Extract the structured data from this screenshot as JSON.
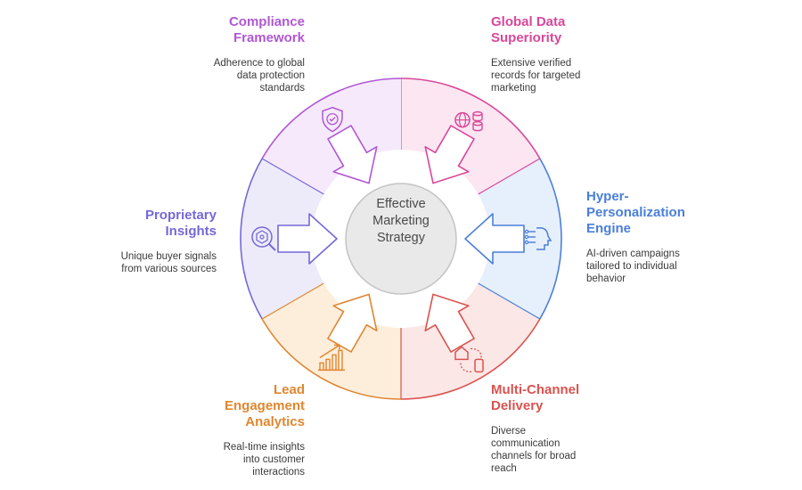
{
  "center": {
    "line1": "Effective",
    "line2": "Marketing",
    "line3": "Strategy"
  },
  "segments": [
    {
      "title_lines": [
        "Global Data",
        "Superiority"
      ],
      "description_lines": [
        "Extensive verified",
        "records for targeted",
        "marketing"
      ],
      "color": "#D9479A",
      "fill": "#FBE6F1",
      "icon": "globe-database-icon"
    },
    {
      "title_lines": [
        "Hyper-",
        "Personalization",
        "Engine"
      ],
      "description_lines": [
        "AI-driven campaigns",
        "tailored to individual",
        "behavior"
      ],
      "color": "#4A7FD8",
      "fill": "#E6EFFC",
      "icon": "ai-head-icon"
    },
    {
      "title_lines": [
        "Multi-Channel",
        "Delivery"
      ],
      "description_lines": [
        "Diverse",
        "communication",
        "channels for broad",
        "reach"
      ],
      "color": "#D9534F",
      "fill": "#FBE7E6",
      "icon": "home-phone-icon"
    },
    {
      "title_lines": [
        "Lead",
        "Engagement",
        "Analytics"
      ],
      "description_lines": [
        "Real-time insights",
        "into customer",
        "interactions"
      ],
      "color": "#E0862F",
      "fill": "#FDEEDC",
      "icon": "growth-chart-icon"
    },
    {
      "title_lines": [
        "Proprietary",
        "Insights"
      ],
      "description_lines": [
        "Unique buyer signals",
        "from various sources"
      ],
      "color": "#7468D8",
      "fill": "#EDEBFA",
      "icon": "search-badge-icon"
    },
    {
      "title_lines": [
        "Compliance",
        "Framework"
      ],
      "description_lines": [
        "Adherence to global",
        "data protection",
        "standards"
      ],
      "color": "#B057D4",
      "fill": "#F6E9FB",
      "icon": "shield-check-icon"
    }
  ]
}
